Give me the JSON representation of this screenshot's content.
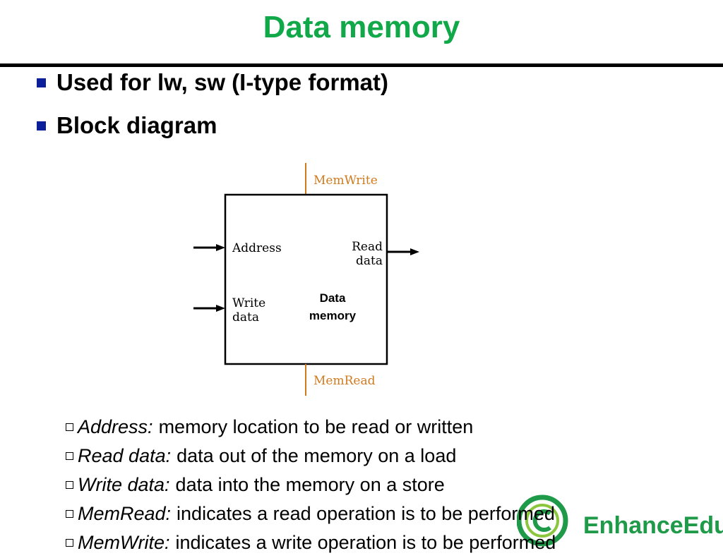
{
  "slide": {
    "title": "Data memory",
    "bullets": [
      {
        "text": "Used for lw, sw (I-type format)"
      },
      {
        "text": "Block diagram"
      }
    ],
    "definitions": [
      {
        "term": "Address:",
        "desc": "memory location to be read or written"
      },
      {
        "term": "Read data:",
        "desc": "data out of the memory on a load"
      },
      {
        "term": "Write data:",
        "desc": "data into the memory on a store"
      },
      {
        "term": "MemRead:",
        "desc": "indicates a read operation is to be performed"
      },
      {
        "term": "MemWrite:",
        "desc": "indicates a write operation is to be performed"
      }
    ]
  },
  "diagram": {
    "memwrite_label": "MemWrite",
    "memread_label": "MemRead",
    "address_label": "Address",
    "read_label_line1": "Read",
    "read_label_line2": "data",
    "write_label_line1": "Write",
    "write_label_line2": "data",
    "block_label_line1": "Data",
    "block_label_line2": "memory",
    "control_color": "#d07a1e"
  },
  "watermark": {
    "logo_text": "EnhanceEdu",
    "icon": "copyright-circle-icon",
    "color": "#1f9a48"
  }
}
